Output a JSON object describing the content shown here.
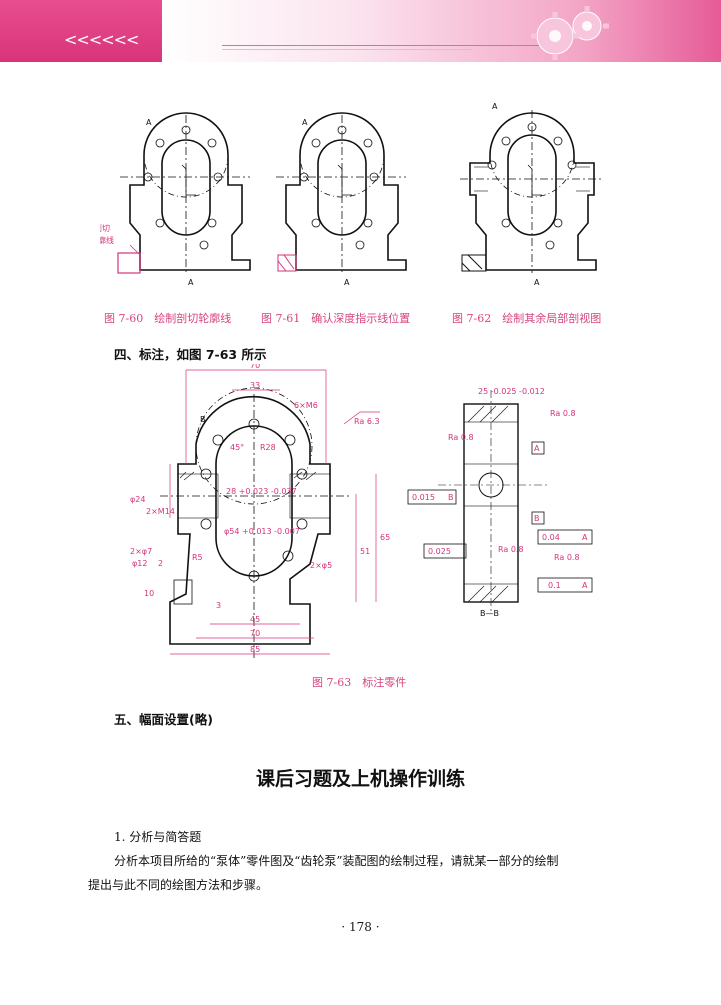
{
  "header": {
    "chevrons": "<<<<<<"
  },
  "figures": {
    "fig60": {
      "caption": "图 7-60　绘制剖切轮廓线",
      "note_line1": "剖切",
      "note_line2": "轮廓线",
      "label_a": "A"
    },
    "fig61": {
      "caption": "图 7-61　确认深度指示线位置",
      "label_a": "A"
    },
    "fig62": {
      "caption": "图 7-62　绘制其余局部剖视图",
      "label_a": "A"
    },
    "fig63": {
      "caption": "图 7-63　标注零件",
      "dims": {
        "d70_top": "70",
        "d33": "33",
        "holes": "6×M6",
        "ra63": "Ra 6.3",
        "b_label": "B",
        "ang45": "45°",
        "r28": "R28",
        "phi24": "φ24",
        "m14": "2×M14",
        "d28tol": "28 +0.023 -0.037",
        "phi54": "φ54 +0.013 -0.007",
        "d51": "51",
        "d65": "65",
        "phi7": "2×φ7",
        "phi12": "φ12",
        "d2": "2",
        "r5": "R5",
        "phi5": "2×φ5",
        "d10": "10",
        "d3": "3",
        "d45": "45",
        "d70": "70",
        "d85": "85"
      },
      "section_view": {
        "d25": "25 -0.025 -0.012",
        "ra08_a": "Ra 0.8",
        "ra08_b": "Ra 0.8",
        "ra08_c": "Ra 0.8",
        "ra08_d": "Ra 0.8",
        "datum_a": "A",
        "datum_b": "B",
        "par1": "0.015",
        "par1_ref": "B",
        "par2": "0.04",
        "par2_ref": "A",
        "circ": "0.025",
        "perp": "0.1",
        "perp_ref": "A",
        "section_label": "B—B"
      }
    }
  },
  "sections": {
    "s4": "四、标注，如图 7-63 所示",
    "s5": "五、幅面设置(略)"
  },
  "heading": "课后习题及上机操作训练",
  "question": {
    "number": "1. 分析与简答题",
    "line1": "分析本项目所给的“泵体”零件图及“齿轮泵”装配图的绘制过程，请就某一部分的绘制",
    "line2": "提出与此不同的绘图方法和步骤。"
  },
  "page_number": "· 178 ·",
  "colors": {
    "accent": "#d9347a",
    "caption": "#d6447f",
    "dimension": "#d6337c"
  }
}
